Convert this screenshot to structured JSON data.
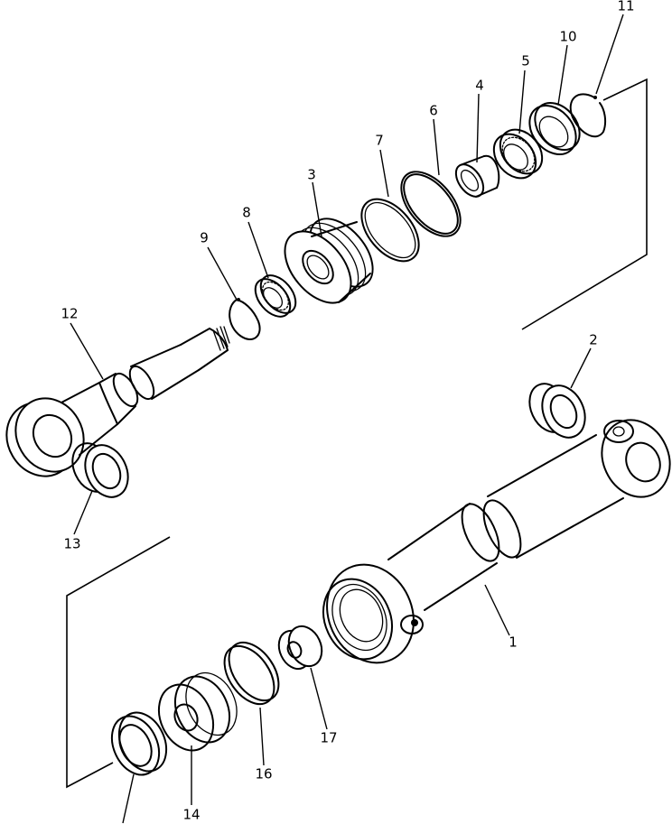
{
  "callouts": [
    {
      "id": "c1",
      "text": "1"
    },
    {
      "id": "c2",
      "text": "2"
    },
    {
      "id": "c3",
      "text": "3"
    },
    {
      "id": "c4",
      "text": "4"
    },
    {
      "id": "c5",
      "text": "5"
    },
    {
      "id": "c6",
      "text": "6"
    },
    {
      "id": "c7",
      "text": "7"
    },
    {
      "id": "c8",
      "text": "8"
    },
    {
      "id": "c9",
      "text": "9"
    },
    {
      "id": "c10",
      "text": "10"
    },
    {
      "id": "c11",
      "text": "11"
    },
    {
      "id": "c12",
      "text": "12"
    },
    {
      "id": "c13",
      "text": "13"
    },
    {
      "id": "c14",
      "text": "14"
    },
    {
      "id": "c16",
      "text": "16"
    },
    {
      "id": "c17",
      "text": "17"
    }
  ]
}
